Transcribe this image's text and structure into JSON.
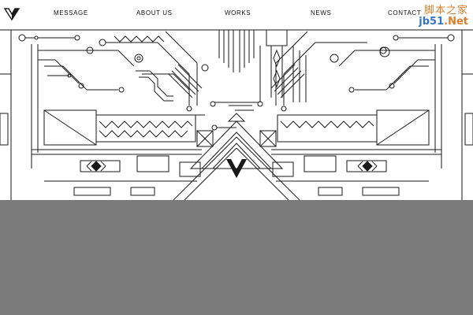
{
  "nav": {
    "items": [
      "MESSAGE",
      "ABOUT US",
      "WORKS",
      "NEWS",
      "CONTACT"
    ]
  },
  "brand": {
    "logo_icon": "v-logo-icon",
    "hero_icon": "v-emblem-icon"
  },
  "watermark": {
    "line1": "脚本之家",
    "line2_prefix": "jb51",
    "line2_suffix": ".Net"
  },
  "colors": {
    "line_art": "#1a1a1a",
    "background": "#ffffff",
    "bottom_block": "#7a7a7a",
    "watermark_orange": "#e07b2a",
    "watermark_blue": "#3a74c4"
  }
}
